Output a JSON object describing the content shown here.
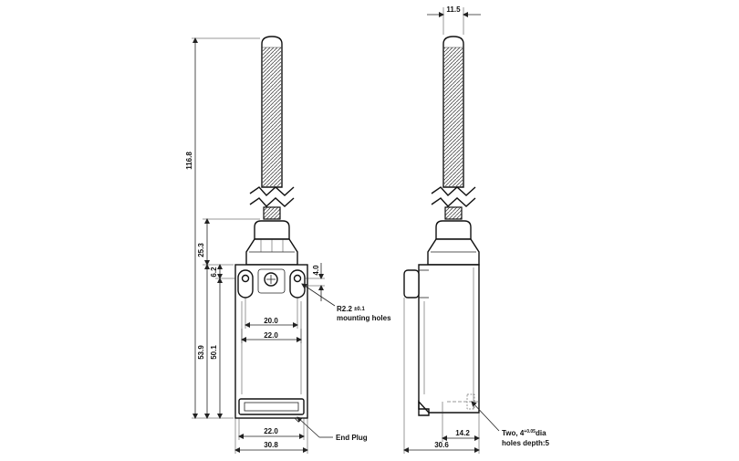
{
  "diagram": {
    "front_view": {
      "dims": {
        "total_height": "116.8",
        "head_height": "25.3",
        "top_offset": "6.2",
        "hole_offset": "4.0",
        "body_height": "53.9",
        "inner_height": "50.1",
        "hole_spacing": "20.0",
        "inner_width": "22.0",
        "plug_width": "22.0",
        "body_width": "30.8"
      },
      "notes": {
        "radius_label": "R2.2",
        "radius_tol": "±0.1",
        "mounting_holes": "mounting holes",
        "end_plug": "End Plug"
      }
    },
    "side_view": {
      "dims": {
        "rod_width": "11.5",
        "hole_dist": "14.2",
        "body_depth": "30.6"
      },
      "notes": {
        "holes_prefix": "Two, 4",
        "holes_tol": "+0.05",
        "holes_suffix": "dia",
        "holes_depth": "holes depth:5"
      }
    }
  }
}
